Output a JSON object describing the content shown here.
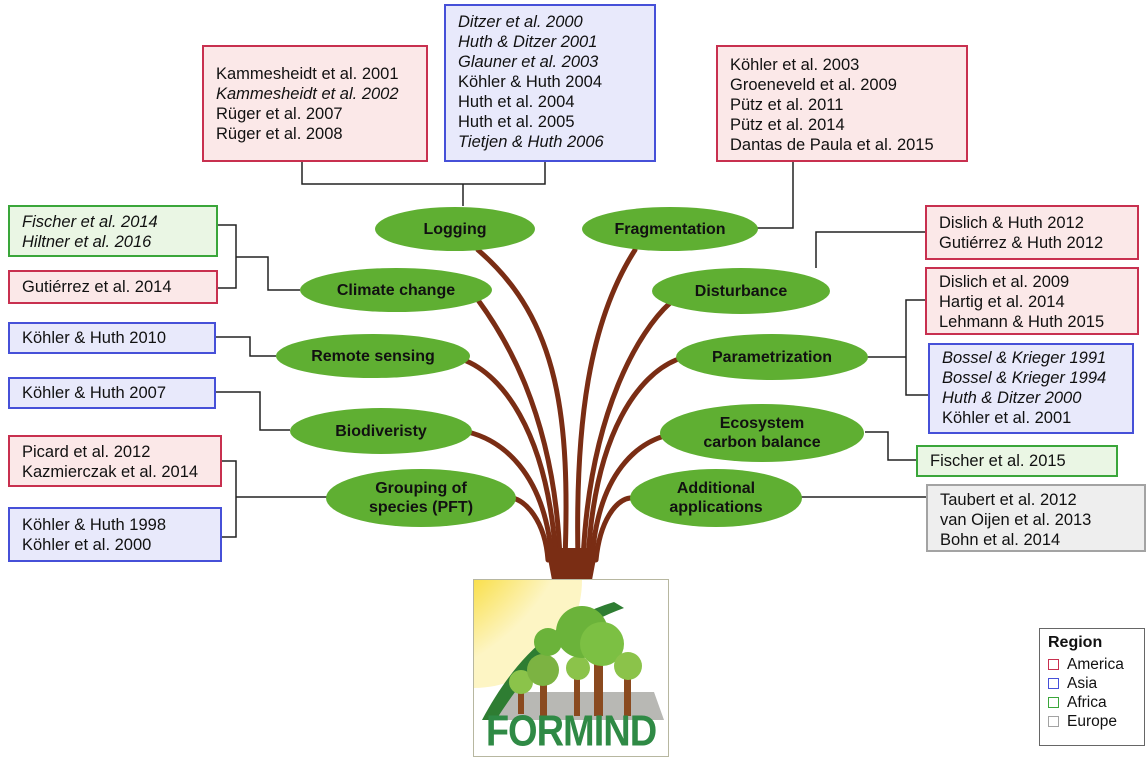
{
  "topics": [
    {
      "id": "logging",
      "label": [
        "Logging"
      ]
    },
    {
      "id": "fragmentation",
      "label": [
        "Fragmentation"
      ]
    },
    {
      "id": "climate-change",
      "label": [
        "Climate change"
      ]
    },
    {
      "id": "disturbance",
      "label": [
        "Disturbance"
      ]
    },
    {
      "id": "remote-sensing",
      "label": [
        "Remote sensing"
      ]
    },
    {
      "id": "parametrization",
      "label": [
        "Parametrization"
      ]
    },
    {
      "id": "biodiversity",
      "label": [
        "Biodiveristy"
      ]
    },
    {
      "id": "carbon",
      "label": [
        "Ecosystem",
        "carbon balance"
      ]
    },
    {
      "id": "grouping",
      "label": [
        "Grouping of",
        "species (PFT)"
      ]
    },
    {
      "id": "applications",
      "label": [
        "Additional",
        "applications"
      ]
    }
  ],
  "boxes": [
    {
      "id": "logging-america",
      "region": "america",
      "lines": [
        {
          "t": "Kammesheidt et al. 2001",
          "i": false
        },
        {
          "t": "Kammesheidt et al. 2002",
          "i": true
        },
        {
          "t": "Rüger et al. 2007",
          "i": false
        },
        {
          "t": "Rüger et al. 2008",
          "i": false
        }
      ]
    },
    {
      "id": "logging-asia",
      "region": "asia",
      "lines": [
        {
          "t": "Ditzer et al. 2000",
          "i": true
        },
        {
          "t": "Huth & Ditzer 2001",
          "i": true
        },
        {
          "t": "Glauner et al. 2003",
          "i": true
        },
        {
          "t": "Köhler & Huth 2004",
          "i": false
        },
        {
          "t": "Huth et al. 2004",
          "i": false
        },
        {
          "t": "Huth et al. 2005",
          "i": false
        },
        {
          "t": "Tietjen & Huth 2006",
          "i": true
        }
      ]
    },
    {
      "id": "fragmentation-america",
      "region": "america",
      "lines": [
        {
          "t": "Köhler et al. 2003",
          "i": false
        },
        {
          "t": "Groeneveld et al. 2009",
          "i": false
        },
        {
          "t": "Pütz et al. 2011",
          "i": false
        },
        {
          "t": "Pütz et al. 2014",
          "i": false
        },
        {
          "t": "Dantas de Paula et al. 2015",
          "i": false
        }
      ]
    },
    {
      "id": "climate-africa",
      "region": "africa",
      "lines": [
        {
          "t": "Fischer et al. 2014",
          "i": true
        },
        {
          "t": "Hiltner et al. 2016",
          "i": true
        }
      ]
    },
    {
      "id": "climate-america",
      "region": "america",
      "lines": [
        {
          "t": "Gutiérrez et al. 2014",
          "i": false
        }
      ]
    },
    {
      "id": "disturbance-america",
      "region": "america",
      "lines": [
        {
          "t": "Dislich & Huth 2012",
          "i": false
        },
        {
          "t": "Gutiérrez & Huth 2012",
          "i": false
        }
      ]
    },
    {
      "id": "remote-asia",
      "region": "asia",
      "lines": [
        {
          "t": "Köhler & Huth 2010",
          "i": false
        }
      ]
    },
    {
      "id": "param-america",
      "region": "america",
      "lines": [
        {
          "t": "Dislich et al. 2009",
          "i": false
        },
        {
          "t": "Hartig et al. 2014",
          "i": false
        },
        {
          "t": "Lehmann & Huth 2015",
          "i": false
        }
      ]
    },
    {
      "id": "param-asia",
      "region": "asia",
      "lines": [
        {
          "t": "Bossel & Krieger 1991",
          "i": true
        },
        {
          "t": "Bossel & Krieger 1994",
          "i": true
        },
        {
          "t": "Huth & Ditzer 2000",
          "i": true
        },
        {
          "t": "Köhler et al. 2001",
          "i": false
        }
      ]
    },
    {
      "id": "biodiversity-asia",
      "region": "asia",
      "lines": [
        {
          "t": "Köhler & Huth 2007",
          "i": false
        }
      ]
    },
    {
      "id": "carbon-africa",
      "region": "africa",
      "lines": [
        {
          "t": "Fischer et al. 2015",
          "i": false
        }
      ]
    },
    {
      "id": "grouping-america",
      "region": "america",
      "lines": [
        {
          "t": "Picard et al. 2012",
          "i": false
        },
        {
          "t": "Kazmierczak et al. 2014",
          "i": false
        }
      ]
    },
    {
      "id": "grouping-asia",
      "region": "asia",
      "lines": [
        {
          "t": "Köhler & Huth 1998",
          "i": false
        },
        {
          "t": "Köhler et al. 2000",
          "i": false
        }
      ]
    },
    {
      "id": "applications-europe",
      "region": "europe",
      "lines": [
        {
          "t": "Taubert et al. 2012",
          "i": false
        },
        {
          "t": "van Oijen et al. 2013",
          "i": false
        },
        {
          "t": "Bohn et al. 2014",
          "i": false
        }
      ]
    }
  ],
  "legend": {
    "title": "Region",
    "items": [
      {
        "key": "america",
        "label": "America",
        "color": "#c8304f"
      },
      {
        "key": "asia",
        "label": "Asia",
        "color": "#4650d8"
      },
      {
        "key": "africa",
        "label": "Africa",
        "color": "#3aa63a"
      },
      {
        "key": "europe",
        "label": "Europe",
        "color": "#a3a3a3"
      }
    ]
  },
  "logo": {
    "text": "FORMIND"
  },
  "colors": {
    "branch": "#7a2d14",
    "oval": "#5faf32",
    "connector": "#222222"
  }
}
